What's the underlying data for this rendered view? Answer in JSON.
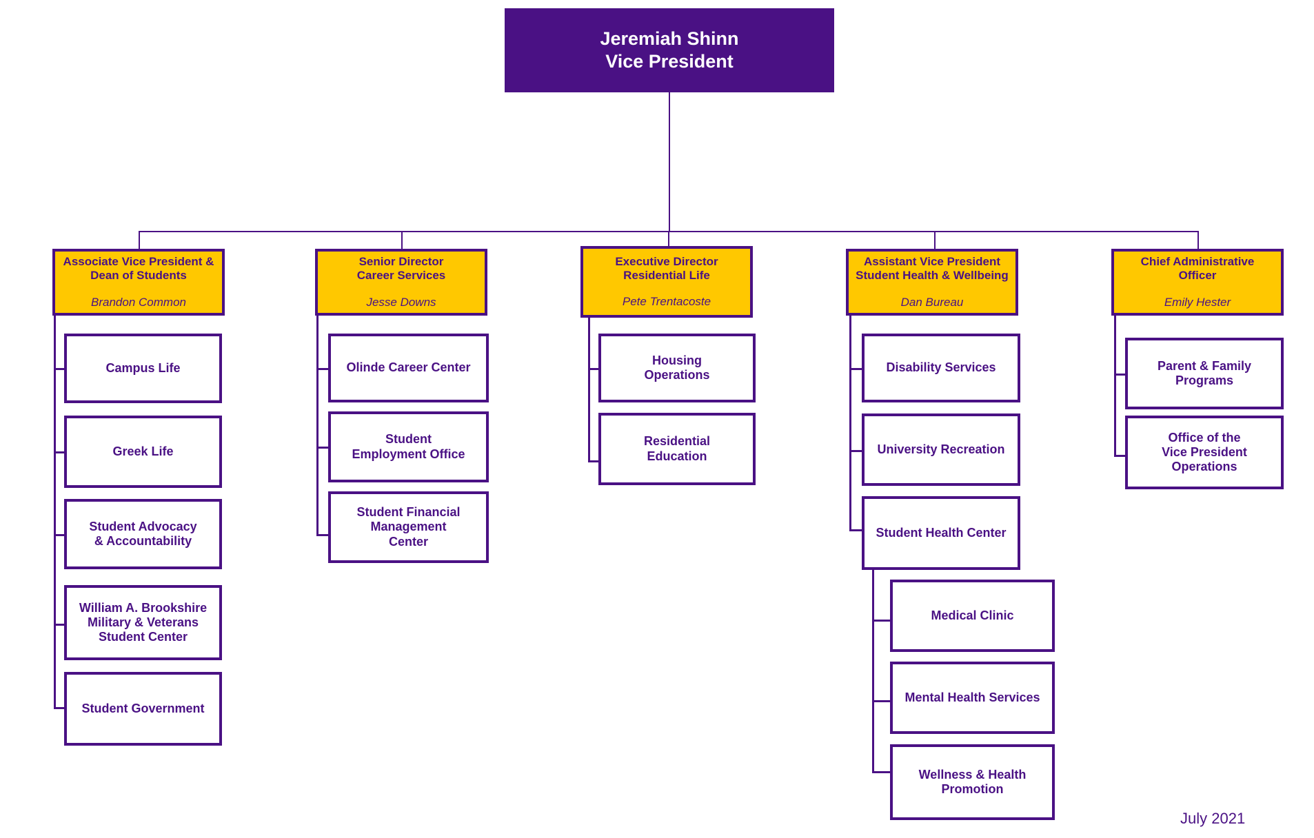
{
  "chart_data": {
    "type": "diagram",
    "diagram_kind": "organization-chart",
    "title": "Jeremiah Shinn Vice President Organizational Chart",
    "colors": {
      "purple": "#4a1184",
      "yellow": "#ffc800",
      "white": "#ffffff",
      "text_on_purple": "#ffffff",
      "text_on_yellow": "#4a1184"
    },
    "levels": 4,
    "node_count": 24
  },
  "root": {
    "name": "Jeremiah Shinn",
    "title": "Vice President"
  },
  "columns": [
    {
      "id": "dean-of-students",
      "role": "Associate Vice President &\nDean of Students",
      "person": "Brandon Common",
      "children": [
        {
          "label": "Campus Life"
        },
        {
          "label": "Greek Life"
        },
        {
          "label": "Student Advocacy\n& Accountability"
        },
        {
          "label": "William A. Brookshire\nMilitary & Veterans\nStudent Center"
        },
        {
          "label": "Student  Government"
        }
      ]
    },
    {
      "id": "career-services",
      "role": "Senior Director\nCareer Services",
      "person": "Jesse Downs",
      "children": [
        {
          "label": "Olinde Career Center"
        },
        {
          "label": "Student\nEmployment Office"
        },
        {
          "label": "Student Financial\nManagement\nCenter"
        }
      ]
    },
    {
      "id": "residential-life",
      "role": "Executive Director\nResidential Life",
      "person": "Pete Trentacoste",
      "children": [
        {
          "label": "Housing\nOperations"
        },
        {
          "label": "Residential\nEducation"
        }
      ]
    },
    {
      "id": "student-health-wellbeing",
      "role": "Assistant Vice President\nStudent Health & Wellbeing",
      "person": "Dan Bureau",
      "children": [
        {
          "label": "Disability Services"
        },
        {
          "label": "University Recreation"
        },
        {
          "label": "Student Health Center",
          "children": [
            {
              "label": "Medical Clinic"
            },
            {
              "label": "Mental Health Services"
            },
            {
              "label": "Wellness & Health\nPromotion"
            }
          ]
        }
      ]
    },
    {
      "id": "chief-administrative-officer",
      "role": "Chief Administrative\nOfficer",
      "person": "Emily Hester",
      "children": [
        {
          "label": "Parent & Family\nPrograms"
        },
        {
          "label": "Office of the\nVice President\nOperations"
        }
      ]
    }
  ],
  "footer": {
    "date": "July 2021"
  }
}
